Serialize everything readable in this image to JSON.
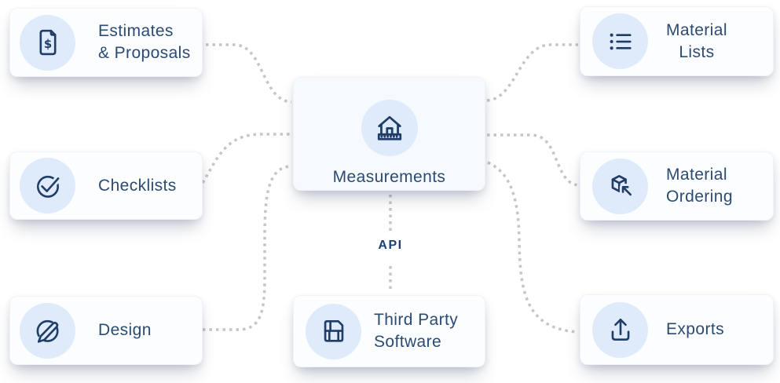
{
  "colors": {
    "card_bg": "#FBFDFF",
    "center_card_bg": "#F6FAFE",
    "icon_circle_bg": "#DFEBFA",
    "icon_stroke": "#1F3D66",
    "label_text": "#2B4B72",
    "connector_dots": "#C6C6C6",
    "api_text": "#1B3F70",
    "page_bg": "#FFFFFF"
  },
  "nodes": {
    "estimates": {
      "lines": [
        "Estimates",
        "& Proposals"
      ],
      "icon": "document-dollar-icon"
    },
    "checklists": {
      "lines": [
        "Checklists"
      ],
      "icon": "check-circle-icon"
    },
    "design": {
      "lines": [
        "Design"
      ],
      "icon": "palette-pen-icon"
    },
    "measurements": {
      "lines": [
        "Measurements"
      ],
      "icon": "house-ruler-icon"
    },
    "material_lists": {
      "lines": [
        "Material",
        "Lists"
      ],
      "icon": "bulleted-list-icon"
    },
    "material_ordering": {
      "lines": [
        "Material",
        "Ordering"
      ],
      "icon": "cube-arrow-icon"
    },
    "exports": {
      "lines": [
        "Exports"
      ],
      "icon": "upload-tray-icon"
    },
    "third_party": {
      "lines": [
        "Third Party",
        "Software"
      ],
      "icon": "floppy-disk-icon"
    }
  },
  "connectors": {
    "api_label": "API"
  }
}
